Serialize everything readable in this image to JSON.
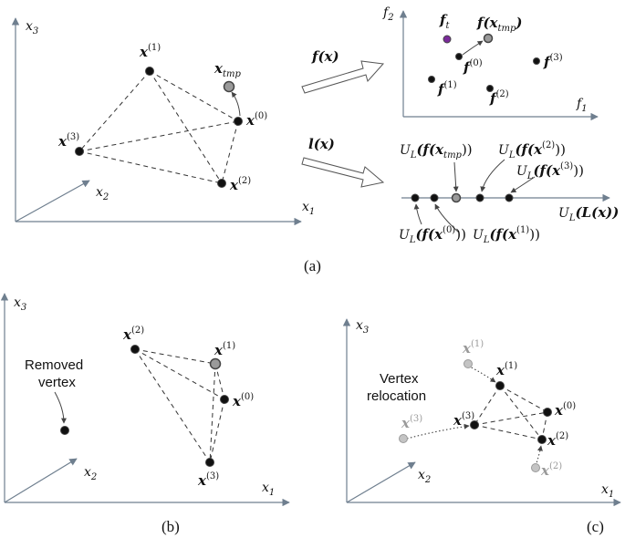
{
  "panel_a": {
    "caption": "(a)",
    "axes": {
      "x1": "x",
      "x1_sub": "1",
      "x2": "x",
      "x2_sub": "2",
      "x3": "x",
      "x3_sub": "3"
    },
    "vertices": {
      "v1": {
        "base": "x",
        "sup": "(1)"
      },
      "v0": {
        "base": "x",
        "sup": "(0)"
      },
      "v3": {
        "base": "x",
        "sup": "(3)"
      },
      "v2": {
        "base": "x",
        "sup": "(2)"
      },
      "vtmp": {
        "base": "x",
        "sub": "tmp"
      }
    },
    "arrow_f": "f(x)",
    "arrow_l": "l(x)",
    "objective_space": {
      "f2": "f",
      "f2_sub": "2",
      "f1": "f",
      "f1_sub": "1",
      "ft": "f",
      "ft_sub": "t",
      "ftmp": "f(x",
      "ftmp_sub": "tmp",
      "ftmp_close": ")",
      "f0": "f",
      "f0_sup": "(0)",
      "f1p": "f",
      "f1p_sup": "(1)",
      "f2p": "f",
      "f2p_sup": "(2)",
      "f3p": "f",
      "f3p_sup": "(3)"
    },
    "line_space": {
      "axis_label": "U",
      "axis_sub": "L",
      "axis_tail": "(L(x))",
      "lbl_tmp": {
        "u": "U",
        "sub": "L",
        "body": "(f(x",
        "inner_sub": "tmp",
        "tail": "))"
      },
      "lbl_2": {
        "u": "U",
        "sub": "L",
        "body": "(f(x",
        "sup": "(2)",
        "tail": "))"
      },
      "lbl_3": {
        "u": "U",
        "sub": "L",
        "body": "(f(x",
        "sup": "(3)",
        "tail": "))"
      },
      "lbl_0": {
        "u": "U",
        "sub": "L",
        "body": "(f(x",
        "sup": "(0)",
        "tail": "))"
      },
      "lbl_1": {
        "u": "U",
        "sub": "L",
        "body": "(f(x",
        "sup": "(1)",
        "tail": "))"
      }
    }
  },
  "panel_b": {
    "caption": "(b)",
    "removed_note_1": "Removed",
    "removed_note_2": "vertex",
    "vertices": {
      "v2": {
        "base": "x",
        "sup": "(2)"
      },
      "v1": {
        "base": "x",
        "sup": "(1)"
      },
      "v0": {
        "base": "x",
        "sup": "(0)"
      },
      "v3": {
        "base": "x",
        "sup": "(3)"
      }
    }
  },
  "panel_c": {
    "caption": "(c)",
    "note_1": "Vertex",
    "note_2": "relocation",
    "vertices": {
      "g1": {
        "base": "x",
        "sup": "(1)"
      },
      "v1": {
        "base": "x",
        "sup": "(1)"
      },
      "v0": {
        "base": "x",
        "sup": "(0)"
      },
      "g3": {
        "base": "x",
        "sup": "(3)"
      },
      "v3": {
        "base": "x",
        "sup": "(3)"
      },
      "v2": {
        "base": "x",
        "sup": "(2)"
      },
      "g2": {
        "base": "x",
        "sup": "(2)"
      }
    }
  },
  "colors": {
    "axis": "#6f7f8f",
    "point": "#111111",
    "temp_point": "#9a9a9a",
    "target_point": "#7a2a9a",
    "ghost_point": "#c4c4c4"
  }
}
